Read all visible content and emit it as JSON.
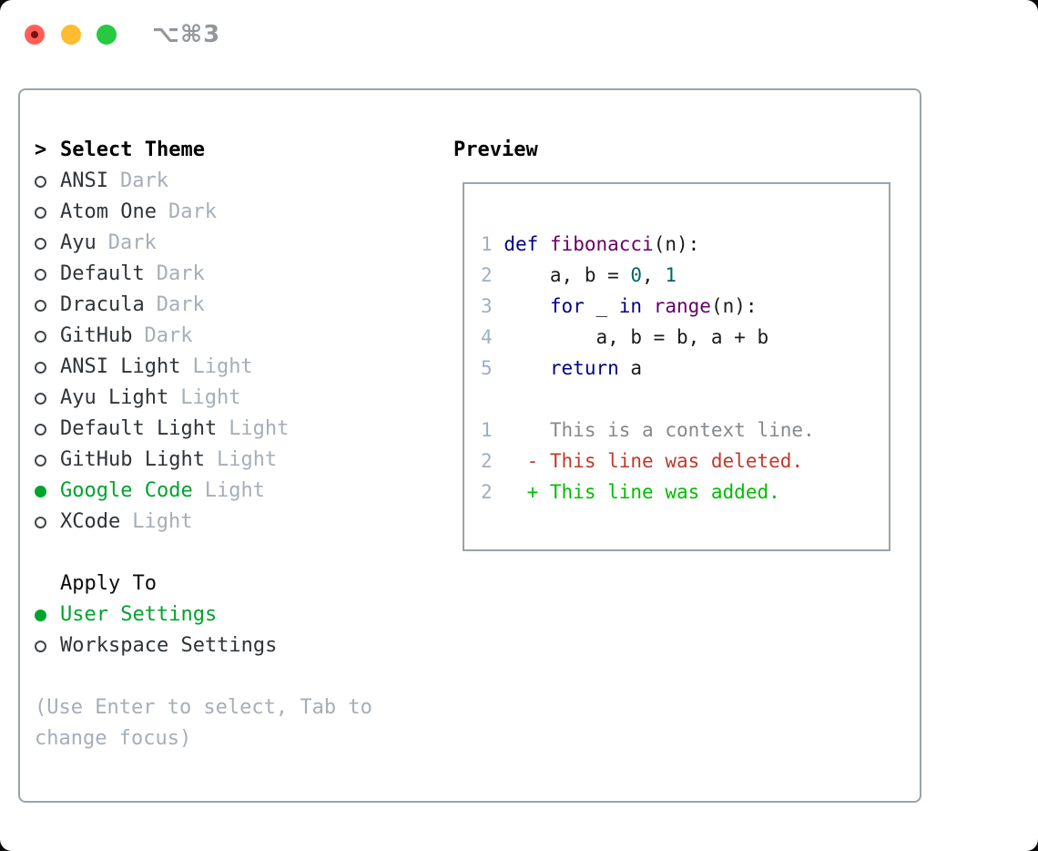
{
  "titlebar": {
    "shortcut": "⌥⌘3"
  },
  "colors": {
    "border": "#9aa3ae",
    "dark": "#2f3439",
    "muted": "#a6aeb8",
    "green": "#00a32e",
    "kw": "#000088",
    "fn": "#660066",
    "lit": "#006666",
    "num": "#a0aec0",
    "ctx": "#85898d",
    "del": "#c0392b",
    "add": "#00bd00",
    "tl-red": "#ff5f57",
    "tl-yellow": "#febc2e",
    "tl-green": "#28c840"
  },
  "theme_panel": {
    "header_marker": ">",
    "header": "Select Theme",
    "themes": [
      {
        "name": "ANSI",
        "variant": "Dark",
        "selected": false
      },
      {
        "name": "Atom One",
        "variant": "Dark",
        "selected": false
      },
      {
        "name": "Ayu",
        "variant": "Dark",
        "selected": false
      },
      {
        "name": "Default",
        "variant": "Dark",
        "selected": false
      },
      {
        "name": "Dracula",
        "variant": "Dark",
        "selected": false
      },
      {
        "name": "GitHub",
        "variant": "Dark",
        "selected": false
      },
      {
        "name": "ANSI Light",
        "variant": "Light",
        "selected": false
      },
      {
        "name": "Ayu Light",
        "variant": "Light",
        "selected": false
      },
      {
        "name": "Default Light",
        "variant": "Light",
        "selected": false
      },
      {
        "name": "GitHub Light",
        "variant": "Light",
        "selected": false
      },
      {
        "name": "Google Code",
        "variant": "Light",
        "selected": true
      },
      {
        "name": "XCode",
        "variant": "Light",
        "selected": false
      }
    ],
    "apply_to": {
      "header": "Apply To",
      "options": [
        {
          "label": "User Settings",
          "selected": true
        },
        {
          "label": "Workspace Settings",
          "selected": false
        }
      ]
    },
    "hint_line1": "(Use Enter to select, Tab to",
    "hint_line2": "change focus)"
  },
  "preview": {
    "header": "Preview",
    "lines": [
      {
        "num": "1",
        "tokens": [
          {
            "t": "def",
            "y": "kw"
          },
          {
            "t": " ",
            "y": "pl"
          },
          {
            "t": "fibonacci",
            "y": "fn"
          },
          {
            "t": "(n):",
            "y": "pl"
          }
        ]
      },
      {
        "num": "2",
        "tokens": [
          {
            "t": "    a, b = ",
            "y": "pl"
          },
          {
            "t": "0",
            "y": "lit"
          },
          {
            "t": ", ",
            "y": "pl"
          },
          {
            "t": "1",
            "y": "lit"
          }
        ]
      },
      {
        "num": "3",
        "tokens": [
          {
            "t": "    ",
            "y": "pl"
          },
          {
            "t": "for",
            "y": "kw"
          },
          {
            "t": " _ ",
            "y": "pl"
          },
          {
            "t": "in",
            "y": "kw"
          },
          {
            "t": " ",
            "y": "pl"
          },
          {
            "t": "range",
            "y": "fn"
          },
          {
            "t": "(n):",
            "y": "pl"
          }
        ]
      },
      {
        "num": "4",
        "tokens": [
          {
            "t": "        a, b = b, a + b",
            "y": "pl"
          }
        ]
      },
      {
        "num": "5",
        "tokens": [
          {
            "t": "    ",
            "y": "pl"
          },
          {
            "t": "return",
            "y": "kw"
          },
          {
            "t": " a",
            "y": "pl"
          }
        ]
      },
      {
        "num": "",
        "tokens": []
      },
      {
        "num": "1",
        "tokens": [
          {
            "t": "    This is a context line.",
            "y": "ctx"
          }
        ]
      },
      {
        "num": "2",
        "tokens": [
          {
            "t": "  - This line was deleted.",
            "y": "del"
          }
        ]
      },
      {
        "num": "2",
        "tokens": [
          {
            "t": "  + This line was added.",
            "y": "add"
          }
        ]
      }
    ]
  }
}
